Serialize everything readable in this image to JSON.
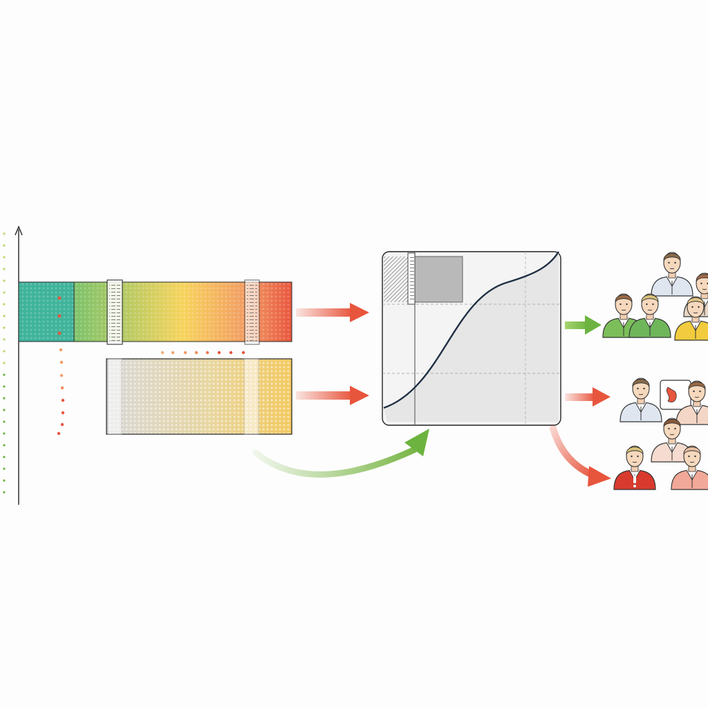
{
  "colors": {
    "teal": "#3fb39b",
    "green": "#7cc26a",
    "yellow": "#f7d35c",
    "orange": "#f29a63",
    "red": "#e8553d",
    "arrow_red": "#e8553d",
    "arrow_green": "#7ab648",
    "curve": "#1f2f44",
    "outline": "#222222",
    "grey": "#9a9a9a"
  },
  "icons": {
    "axis": "vertical-axis-arrow-icon",
    "people": "person-avatar-icon",
    "warning": "exclamation-icon"
  },
  "groups": {
    "top": {
      "status": "green",
      "count": 6
    },
    "middle": {
      "status": "orange",
      "count": 4
    },
    "bottom": {
      "status": "red",
      "count": 3
    }
  }
}
